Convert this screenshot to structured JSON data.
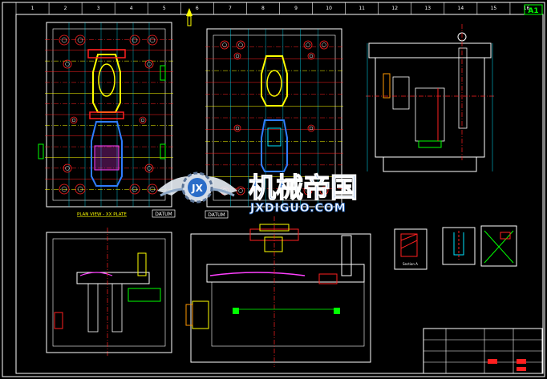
{
  "top_ruler": {
    "numbers": [
      "1",
      "2",
      "3",
      "4",
      "5",
      "6",
      "7",
      "8",
      "9",
      "10",
      "11",
      "12",
      "13",
      "14",
      "15",
      "16"
    ]
  },
  "sheet": {
    "size_tag": "A1"
  },
  "views": {
    "plan_view_label": "PLAN VIEW - XX PLATE",
    "datum_left": "DATUM",
    "datum_right": "DATUM",
    "section_label": "Section A"
  },
  "watermark": {
    "monogram": "JX",
    "title_cn": "机械帝国",
    "url": "JXDIGUO.COM"
  },
  "colors": {
    "background": "#000000",
    "frame": "#ffffff",
    "outline": "#ffffff",
    "center_line": "#ff2020",
    "dimension": "#00e5ff",
    "hatch": "#00ff00",
    "part_yellow": "#ffff00",
    "part_blue": "#2f7dff",
    "part_magenta": "#ff40ff",
    "orange": "#ff9900",
    "watermark_blue": "#2a6cc8"
  },
  "icons": {
    "north_arrow": "arrow-up-icon",
    "gear_logo": "gear-icon"
  }
}
